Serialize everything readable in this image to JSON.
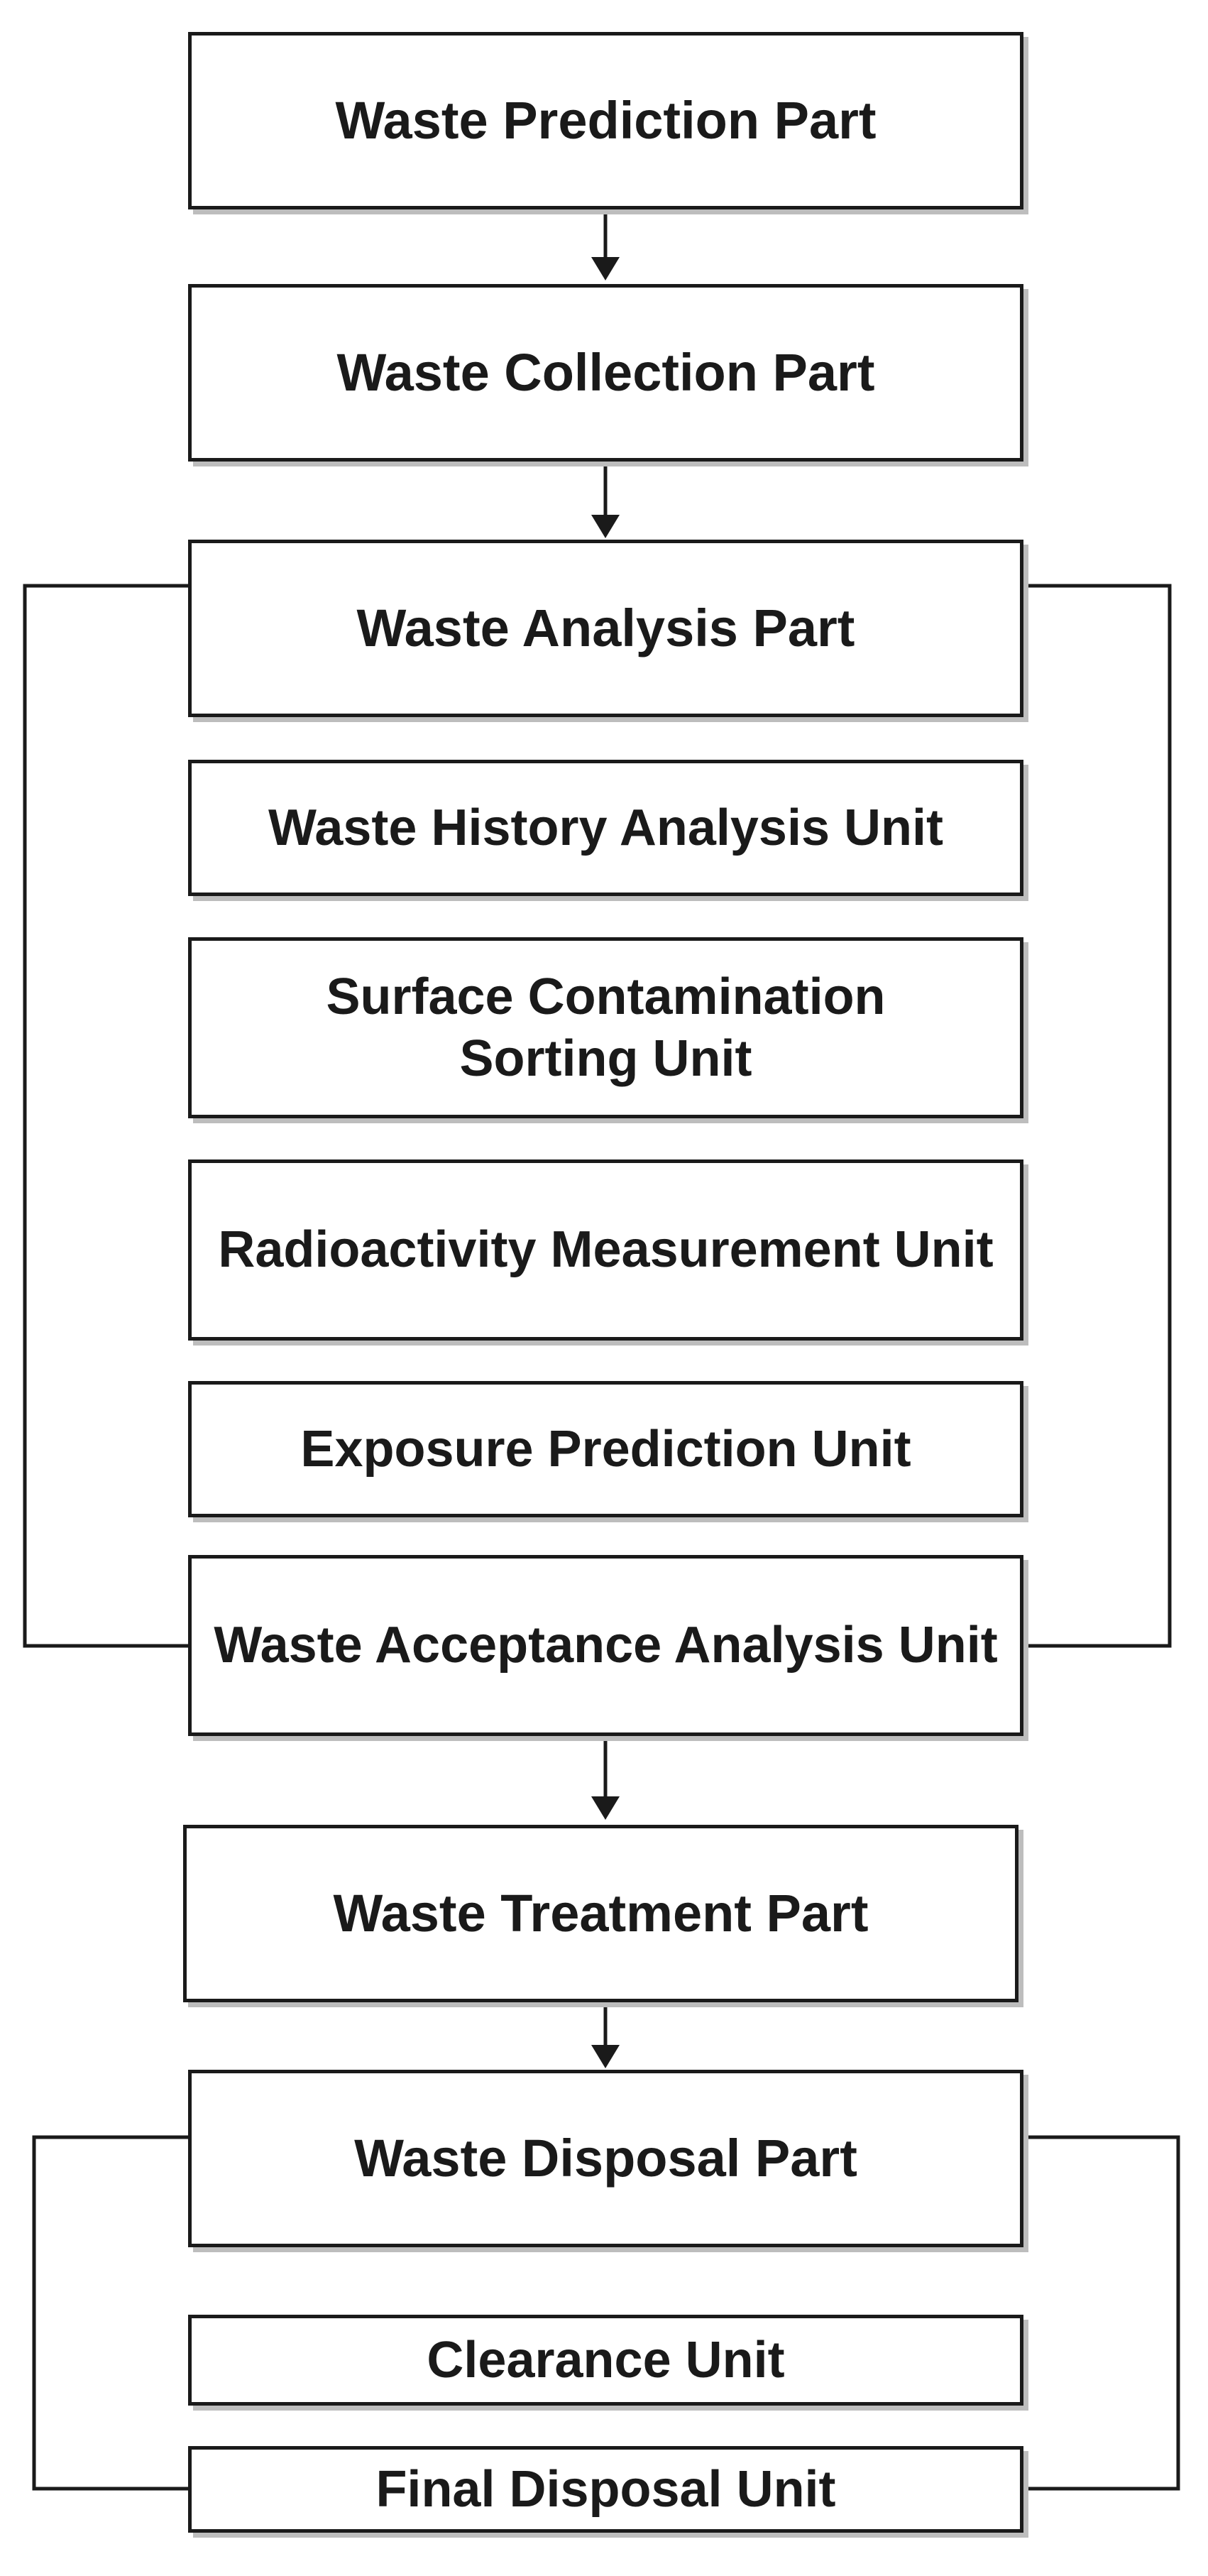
{
  "diagram": {
    "boxes": {
      "prediction": "Waste Prediction Part",
      "collection": "Waste Collection Part",
      "analysis": "Waste Analysis Part",
      "history": "Waste History Analysis Unit",
      "surface": "Surface Contamination Sorting Unit",
      "radioactivity": "Radioactivity Measurement Unit",
      "exposure": "Exposure Prediction Unit",
      "acceptance": "Waste Acceptance Analysis Unit",
      "treatment": "Waste Treatment Part",
      "disposal": "Waste Disposal Part",
      "clearance": "Clearance Unit",
      "final": "Final Disposal Unit"
    },
    "colors": {
      "stroke": "#1a1a1a",
      "shadow": "#bdbdbd",
      "background": "#ffffff"
    }
  }
}
